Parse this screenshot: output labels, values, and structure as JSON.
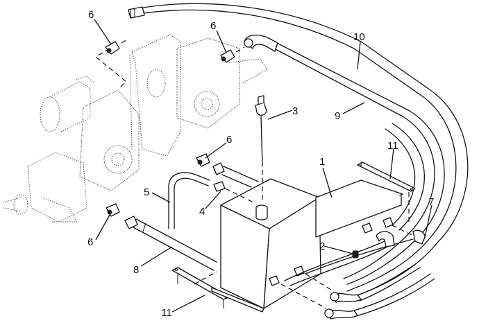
{
  "diagram": {
    "type": "exploded parts illustration",
    "subject": "hydraulic reservoir and hose assembly",
    "callouts": [
      {
        "id": "c6a",
        "label": "6"
      },
      {
        "id": "c6b",
        "label": "6"
      },
      {
        "id": "c10",
        "label": "10"
      },
      {
        "id": "c9",
        "label": "9"
      },
      {
        "id": "c3",
        "label": "3"
      },
      {
        "id": "c6c",
        "label": "6"
      },
      {
        "id": "c1",
        "label": "1"
      },
      {
        "id": "c11a",
        "label": "11"
      },
      {
        "id": "c5",
        "label": "5"
      },
      {
        "id": "c4",
        "label": "4"
      },
      {
        "id": "c7",
        "label": "7"
      },
      {
        "id": "c6d",
        "label": "6"
      },
      {
        "id": "c2",
        "label": "2"
      },
      {
        "id": "c8",
        "label": "8"
      },
      {
        "id": "c11b",
        "label": "11"
      }
    ]
  }
}
